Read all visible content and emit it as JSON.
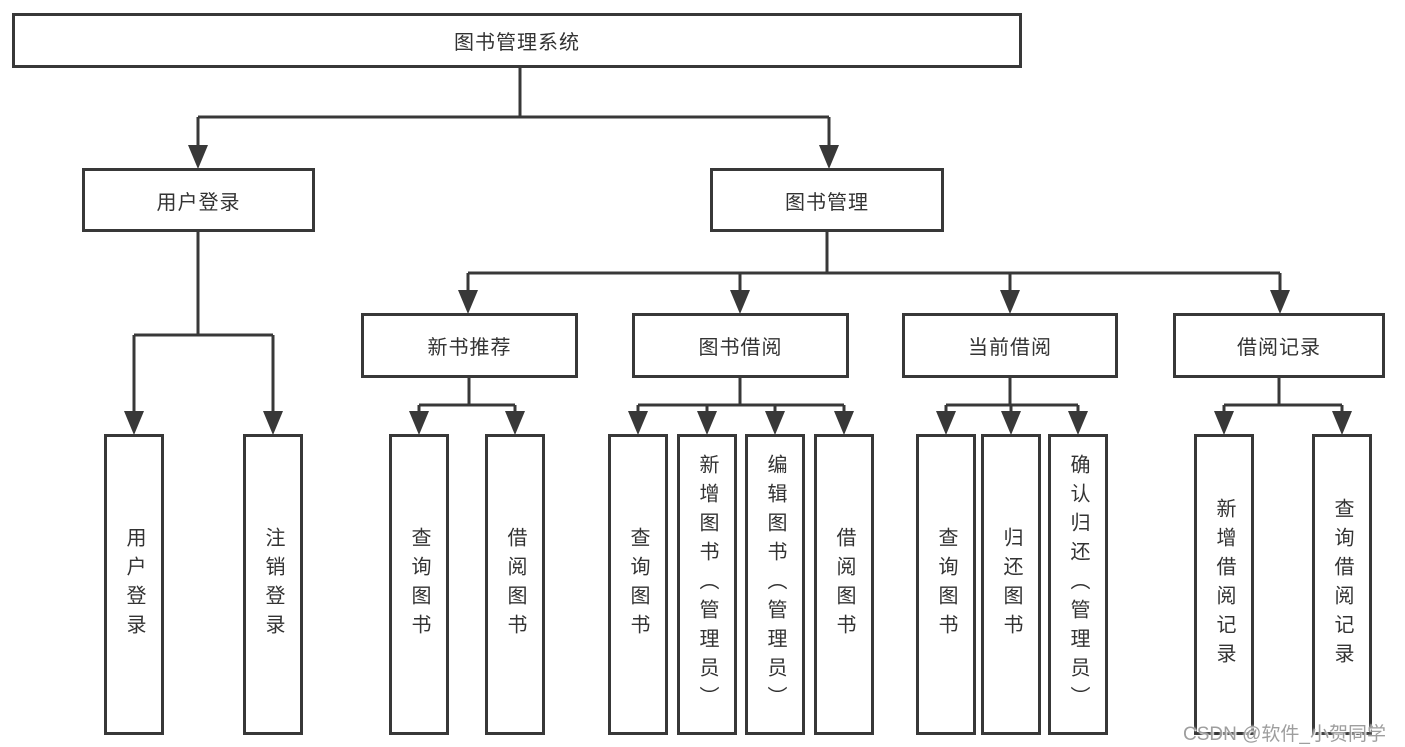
{
  "colors": {
    "line": "#383838",
    "text": "#333333",
    "box_background": "#ffffff",
    "watermark_text_color": "#9e9e9e"
  },
  "diagram": {
    "root": {
      "label": "图书管理系统"
    },
    "branches": [
      {
        "label": "用户登录",
        "children": [
          {
            "label": "用户登录"
          },
          {
            "label": "注销登录"
          }
        ]
      },
      {
        "label": "图书管理",
        "children": [
          {
            "label": "新书推荐",
            "children": [
              {
                "label": "查询图书"
              },
              {
                "label": "借阅图书"
              }
            ]
          },
          {
            "label": "图书借阅",
            "children": [
              {
                "label": "查询图书"
              },
              {
                "label": "新增图书（管理员）"
              },
              {
                "label": "编辑图书（管理员）"
              },
              {
                "label": "借阅图书"
              }
            ]
          },
          {
            "label": "当前借阅",
            "children": [
              {
                "label": "查询图书"
              },
              {
                "label": "归还图书"
              },
              {
                "label": "确认归还（管理员）"
              }
            ]
          },
          {
            "label": "借阅记录",
            "children": [
              {
                "label": "新增借阅记录"
              },
              {
                "label": "查询借阅记录"
              }
            ]
          }
        ]
      }
    ]
  },
  "watermark": {
    "text": "CSDN @软件_小贺同学"
  }
}
